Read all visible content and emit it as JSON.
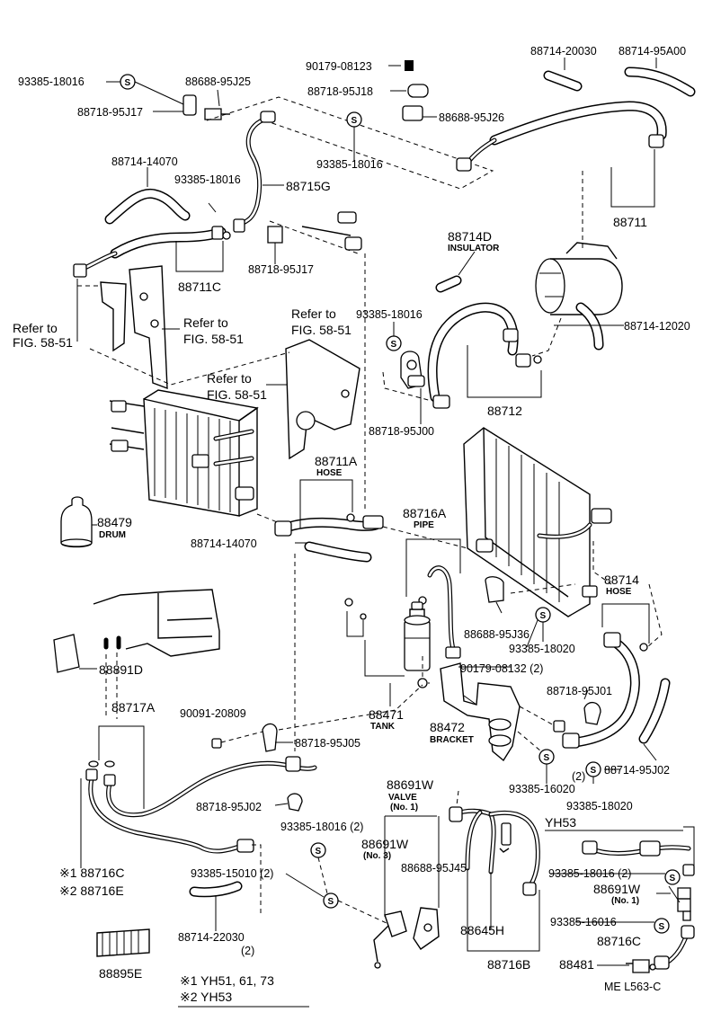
{
  "labels": {
    "p93385_18016_tl": "93385-18016",
    "p88688_95J25": "88688-95J25",
    "p88718_95J17_tl": "88718-95J17",
    "p90179_08123": "90179-08123",
    "p88718_95J18": "88718-95J18",
    "p88688_95J26": "88688-95J26",
    "p93385_18016_top": "93385-18016",
    "p88714_20030": "88714-20030",
    "p88714_95A00": "88714-95A00",
    "p88714_14070_top": "88714-14070",
    "p93385_18016_mid": "93385-18016",
    "p88715G": "88715G",
    "p88711": "88711",
    "p88711C": "88711C",
    "p88718_95J17_mid": "88718-95J17",
    "p88714D": "88714D",
    "p88714D_sub": "INSULATOR",
    "refer1_a": "Refer to",
    "refer1_b": "FIG. 58-51",
    "refer2_a": "Refer to",
    "refer2_b": "FIG. 58-51",
    "refer3_a": "Refer to",
    "refer3_b": "FIG. 58-51",
    "refer4_a": "Refer to",
    "refer4_b": "FIG. 58-51",
    "p93385_18016_r": "93385-18016",
    "p88714_12020": "88714-12020",
    "p88712": "88712",
    "p88718_95J00": "88718-95J00",
    "p88711A": "88711A",
    "p88711A_sub": "HOSE",
    "p88479": "88479",
    "p88479_sub": "DRUM",
    "p88716A": "88716A",
    "p88716A_sub": "PIPE",
    "p88714_14070_mid": "88714-14070",
    "p88714": "88714",
    "p88714_sub": "HOSE",
    "p88688_95J36": "88688-95J36",
    "p93385_18020_a": "93385-18020",
    "p88891D": "88891D",
    "p90179_08132": "90179-08132 (2)",
    "p88717A": "88717A",
    "p88718_95J01": "88718-95J01",
    "p90091_20809": "90091-20809",
    "p88471": "88471",
    "p88471_sub": "TANK",
    "p88472": "88472",
    "p88472_sub": "BRACKET",
    "p88718_95J05": "88718-95J05",
    "p93385_16020": "93385-16020",
    "p2_a": "(2)",
    "p93385_18020_b": "93385-18020",
    "p88714_95J02": "88714-95J02",
    "p88691W_1": "88691W",
    "p88691W_1_sub1": "VALVE",
    "p88691W_1_sub2": "(No. 1)",
    "p88718_95J02": "88718-95J02",
    "pYH53": "YH53",
    "p93385_18016_2a": "93385-18016 (2)",
    "p88691W_3": "88691W",
    "p88691W_3_sub": "(No. 3)",
    "p88688_95J45": "88688-95J45",
    "p88716C_l": "※1 88716C",
    "p88716E_l": "※2 88716E",
    "p93385_15010": "93385-15010 (2)",
    "p93385_18016_2b": "93385-18016 (2)",
    "p88691W_r": "88691W",
    "p88691W_r_sub": "(No. 1)",
    "p88714_22030": "88714-22030",
    "p2_b": "(2)",
    "p88645H": "88645H",
    "p93385_16016": "93385-16016",
    "p88716C_r": "88716C",
    "p88895E": "88895E",
    "p88716B": "88716B",
    "p88481": "88481",
    "foot1": "※1 YH51, 61, 73",
    "foot2": "※2 YH53",
    "ref_code": "ME  L563-C",
    "sym": "S"
  },
  "colors": {
    "ink": "#000000",
    "paper": "#ffffff"
  }
}
